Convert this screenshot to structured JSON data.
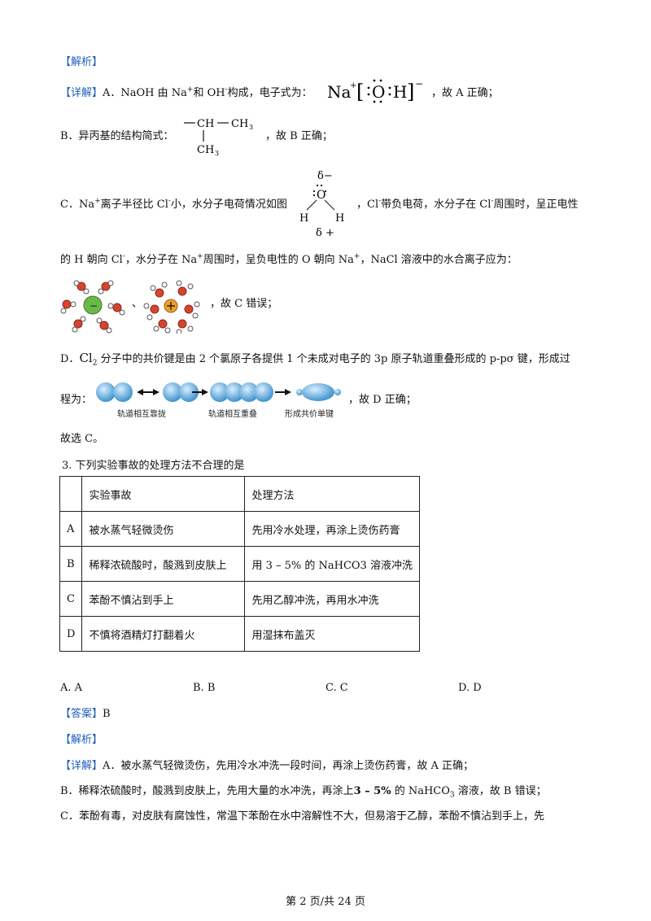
{
  "section1": {
    "analysis_tag": "【解析】",
    "detail_tag": "【详解】",
    "lineA_pre": "A．NaOH 由 Na",
    "lineA_mid": "和 OH",
    "lineA_post": "构成，电子式为：",
    "lineA_end": "，故 A 正确；",
    "lineB_pre": "B．异丙基的结构简式：",
    "lineB_end": "，故 B 正确；",
    "lineC_pre": "C．Na",
    "lineC_mid1": "离子半径比 Cl",
    "lineC_mid2": "小，水分子电荷情况如图",
    "lineC_post": "，Cl",
    "lineC_end": "带负电荷，水分子在 Cl",
    "lineC_tail": "周围时，呈正电性",
    "lineC2_a": "的 H 朝向 Cl",
    "lineC2_b": "，水分子在 Na",
    "lineC2_c": "周围时，呈负电性的 O 朝向 Na",
    "lineC2_d": "，NaCl 溶液中的水合离子应为：",
    "lineC3_sep": "、",
    "lineC3_end": "，故 C 错误；",
    "lineD_pre": "D．",
    "lineD_formula": "Cl",
    "lineD_sub": "2",
    "lineD_post": " 分子中的共价键是由 2 个氯原子各提供 1 个未成对电子的 3p 原子轨道重叠形成的 p-pσ 键，形成过",
    "lineD2_pre": "程为：",
    "lineD2_end": "，故 D 正确；",
    "conclusion": "故选 C。",
    "caption1": "轨道相互靠拢",
    "caption2": "轨道相互重叠",
    "caption3": "形成共价单键"
  },
  "question3": {
    "stem": "3. 下列实验事故的处理方法不合理的是",
    "table": {
      "headers": [
        "",
        "实验事故",
        "处理方法"
      ],
      "rows": [
        [
          "A",
          "被水蒸气轻微烫伤",
          "先用冷水处理，再涂上烫伤药膏"
        ],
        [
          "B",
          "稀释浓硫酸时，酸溅到皮肤上",
          "用 3 – 5% 的 NaHCO3 溶液冲洗"
        ],
        [
          "C",
          "苯酚不慎沾到手上",
          "先用乙醇冲洗，再用水冲洗"
        ],
        [
          "D",
          "不慎将酒精灯打翻着火",
          "用湿抹布盖灭"
        ]
      ]
    },
    "options": [
      "A. A",
      "B. B",
      "C. C",
      "D. D"
    ],
    "answer_tag": "【答案】",
    "answer": "B",
    "analysis_tag": "【解析】",
    "detail_tag": "【详解】",
    "explainA": "A．被水蒸气轻微烫伤，先用冷水冲洗一段时间，再涂上烫伤药膏，故 A 正确；",
    "explainB_pre": "B．稀释浓硫酸时，酸溅到皮肤上，先用大量的水冲洗，再涂上",
    "explainB_pct": "3 – 5%",
    "explainB_mid": " 的 NaHCO",
    "explainB_sub": "3",
    "explainB_end": " 溶液，故 B 错误；",
    "explainC": "C．苯酚有毒，对皮肤有腐蚀性，常温下苯酚在水中溶解性不大，但易溶于乙醇，苯酚不慎沾到手上，先"
  },
  "footer": "第 2 页/共 24 页",
  "colors": {
    "tag": "#1f5fb8",
    "oxygen": "#d7442e",
    "hydrogen": "#ffffff",
    "cl_ion": "#6ab84a",
    "na_ion": "#f0a030",
    "orbital": "#4aa3d8"
  }
}
